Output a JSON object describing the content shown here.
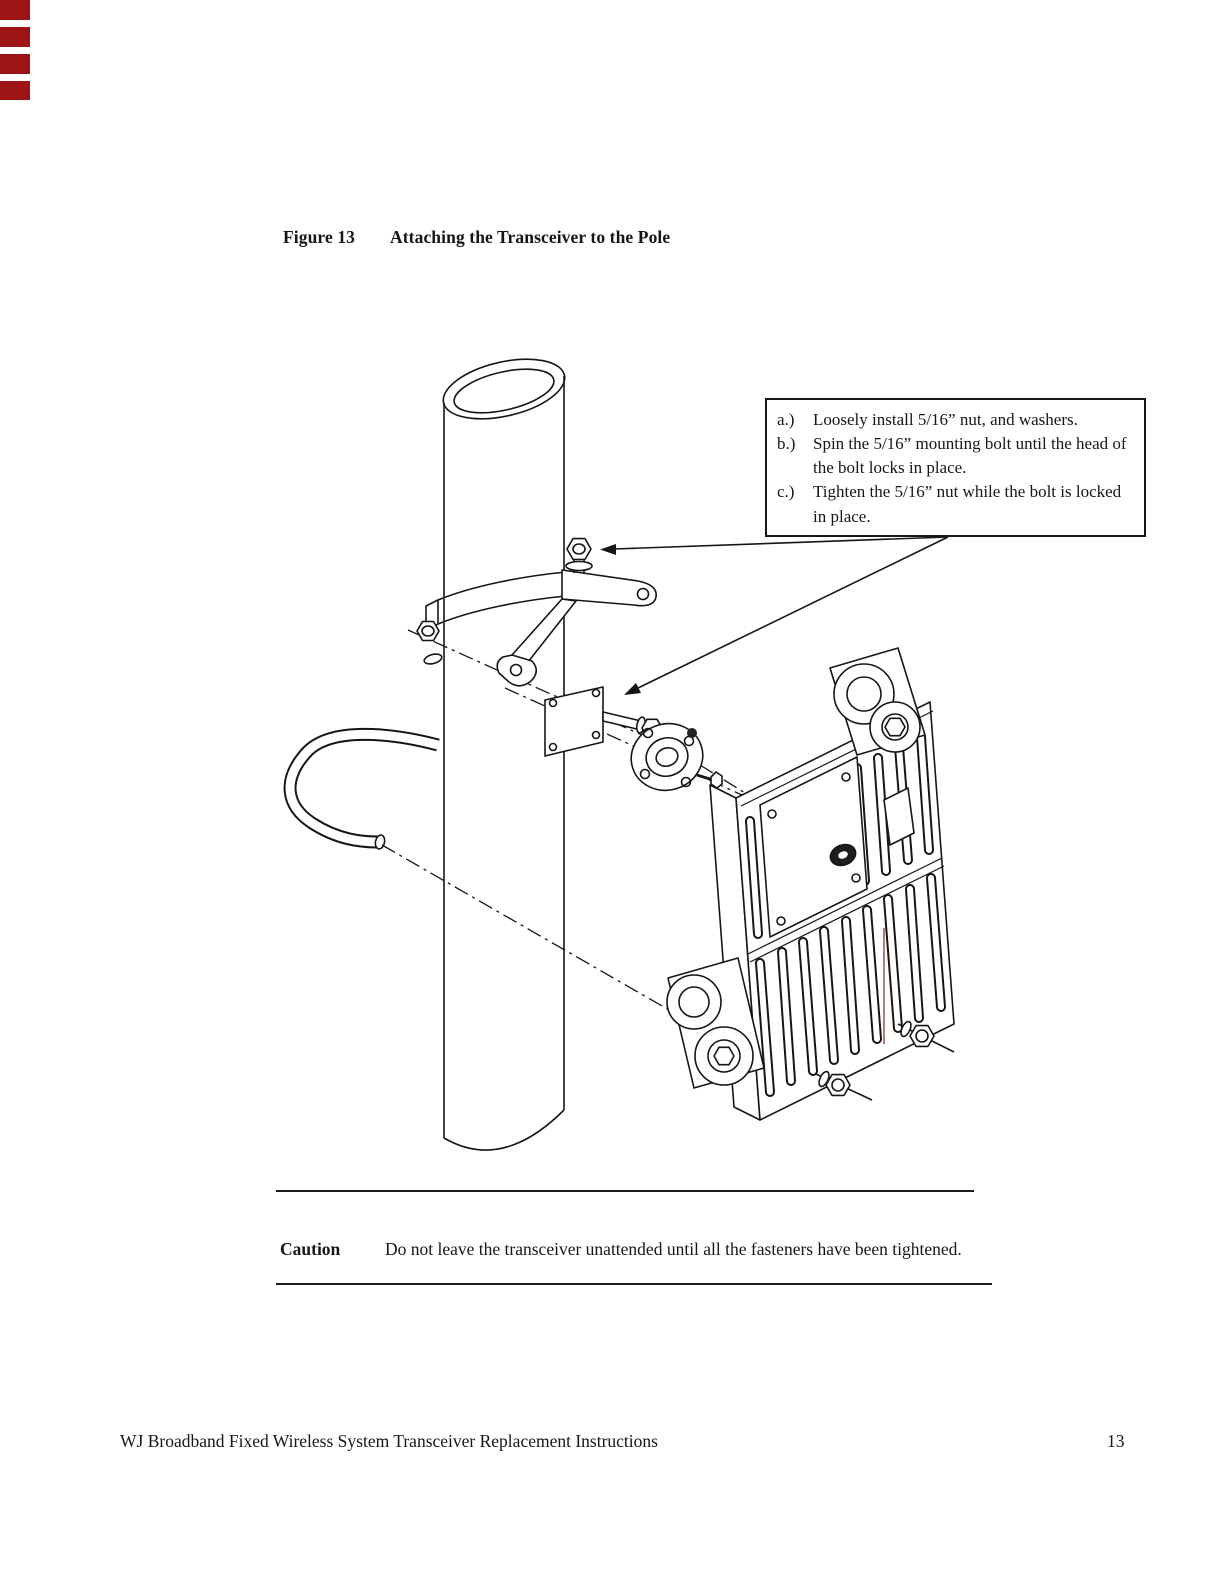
{
  "figure": {
    "label": "Figure 13",
    "title": "Attaching the Transceiver to the Pole"
  },
  "callout": {
    "items": [
      {
        "marker": "a.)",
        "text": "Loosely install 5/16” nut, and washers."
      },
      {
        "marker": "b.)",
        "text": "Spin the 5/16” mounting bolt until the head of the bolt locks in place."
      },
      {
        "marker": "c.)",
        "text": "Tighten the 5/16” nut while the bolt is locked in place."
      }
    ]
  },
  "caution": {
    "label": "Caution",
    "text": "Do not leave the transceiver unattended until all the fasteners have been tightened."
  },
  "footer": {
    "text": "WJ Broadband Fixed Wireless System Transceiver Replacement Instructions",
    "page_number": "13"
  },
  "colors": {
    "ink": "#161616",
    "binding_mark": "#9c1414",
    "fin_accent": "#a65a5a",
    "page_bg": "#ffffff"
  }
}
